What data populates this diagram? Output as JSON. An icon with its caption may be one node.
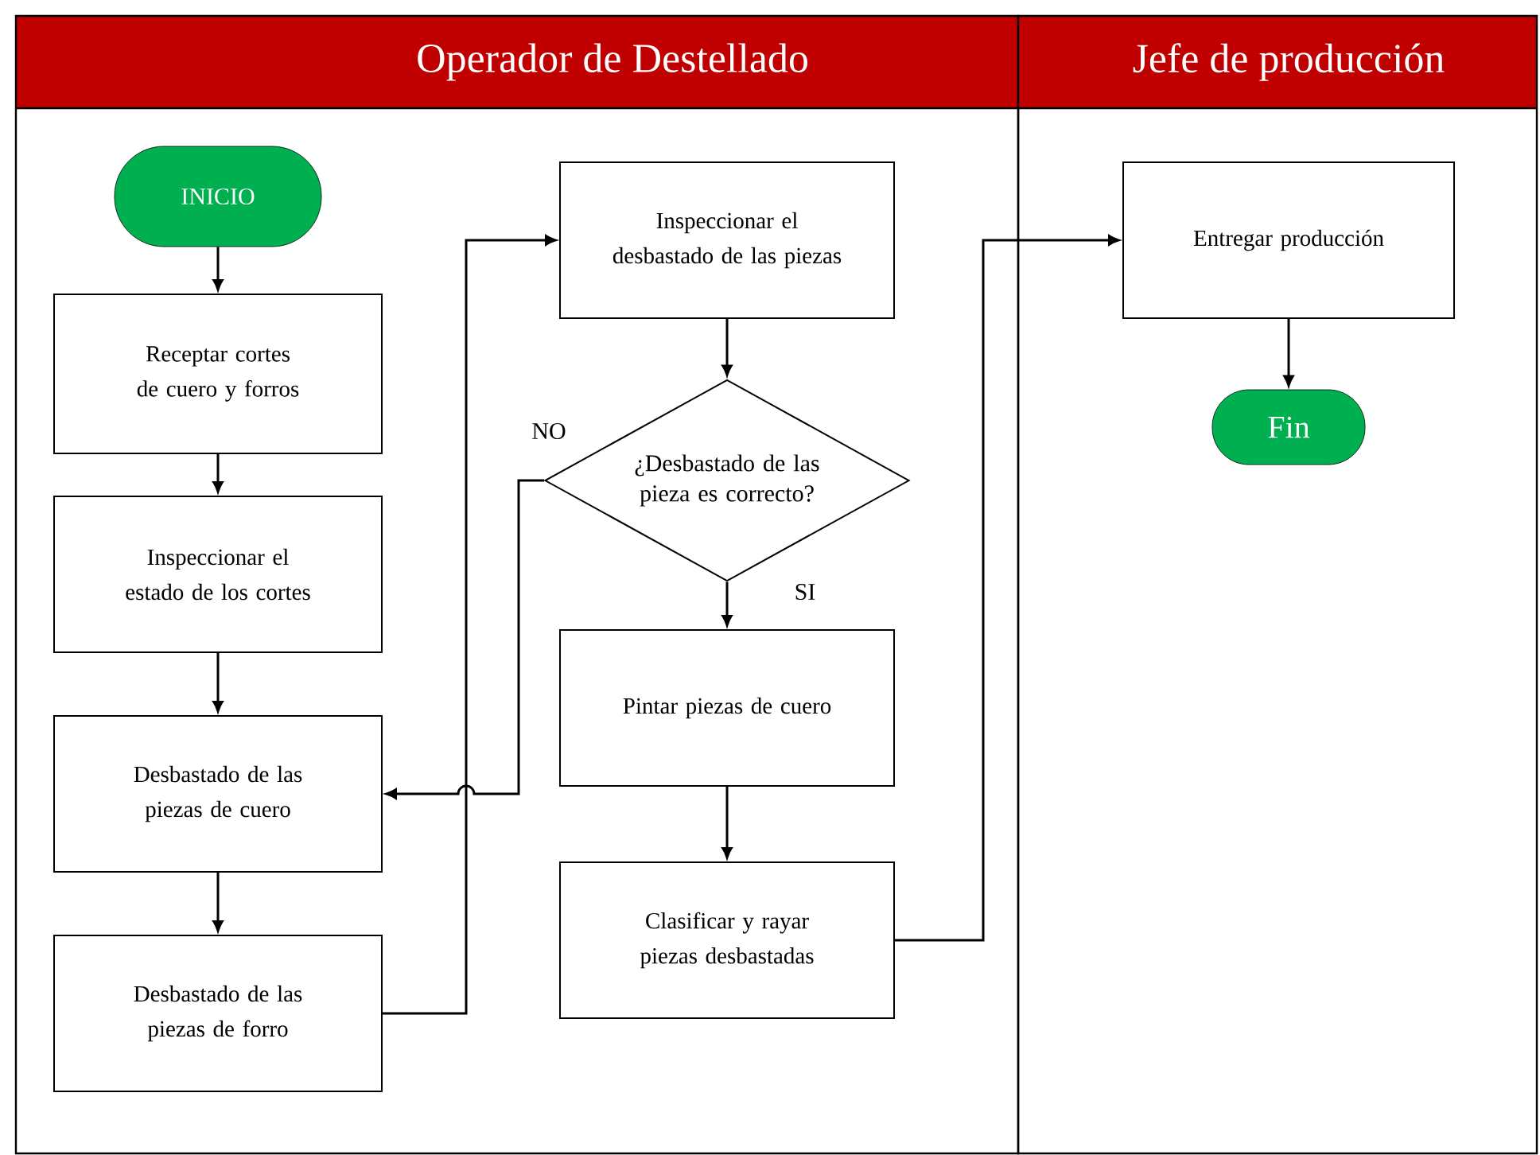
{
  "diagram": {
    "nodes": [
      {
        "text": [
          "Operador de Destellado"
        ]
      },
      {
        "text": [
          "Jefe de producción"
        ]
      },
      {
        "text": [
          "INICIO"
        ],
        "in": 0
      },
      {
        "text": [
          "Receptar cortes de cuero y forros"
        ],
        "in": 0
      },
      {
        "text": [
          "Inspeccionar el estado de los cortes"
        ],
        "in": 0
      },
      {
        "text": [
          "Desbastado de las piezas de cuero"
        ],
        "in": 0
      },
      {
        "text": [
          "Desbastado de las piezas de forro"
        ],
        "in": 0
      },
      {
        "text": [
          "Inspeccionar el desbastado de las piezas"
        ],
        "in": 0
      },
      {
        "text": [
          "¿Desbastado de las pieza es correcto?"
        ],
        "in": 0
      },
      {
        "text": [
          "Pintar piezas de cuero"
        ],
        "in": 0
      },
      {
        "text": [
          "Clasificar y rayar piezas desbastadas"
        ],
        "in": 0
      },
      {
        "text": [
          "Entregar producción"
        ],
        "in": 1
      },
      {
        "text": [
          "Fin"
        ],
        "in": 1
      }
    ],
    "edges": [
      {
        "from": 2,
        "to": 3,
        "arrow": "to"
      },
      {
        "from": 3,
        "to": 4,
        "arrow": "to"
      },
      {
        "from": 4,
        "to": 5,
        "arrow": "to"
      },
      {
        "from": 5,
        "to": 6,
        "arrow": "to"
      },
      {
        "from": 6,
        "to": 7,
        "arrow": "to"
      },
      {
        "from": 7,
        "to": 8,
        "arrow": "to"
      },
      {
        "from": 8,
        "to": 5,
        "arrow": "to",
        "label": "NO"
      },
      {
        "from": 8,
        "to": 9,
        "arrow": "to",
        "label": "SI"
      },
      {
        "from": 9,
        "to": 10,
        "arrow": "to"
      },
      {
        "from": 10,
        "to": 11,
        "arrow": "to"
      },
      {
        "from": 11,
        "to": 12,
        "arrow": "to"
      }
    ]
  }
}
